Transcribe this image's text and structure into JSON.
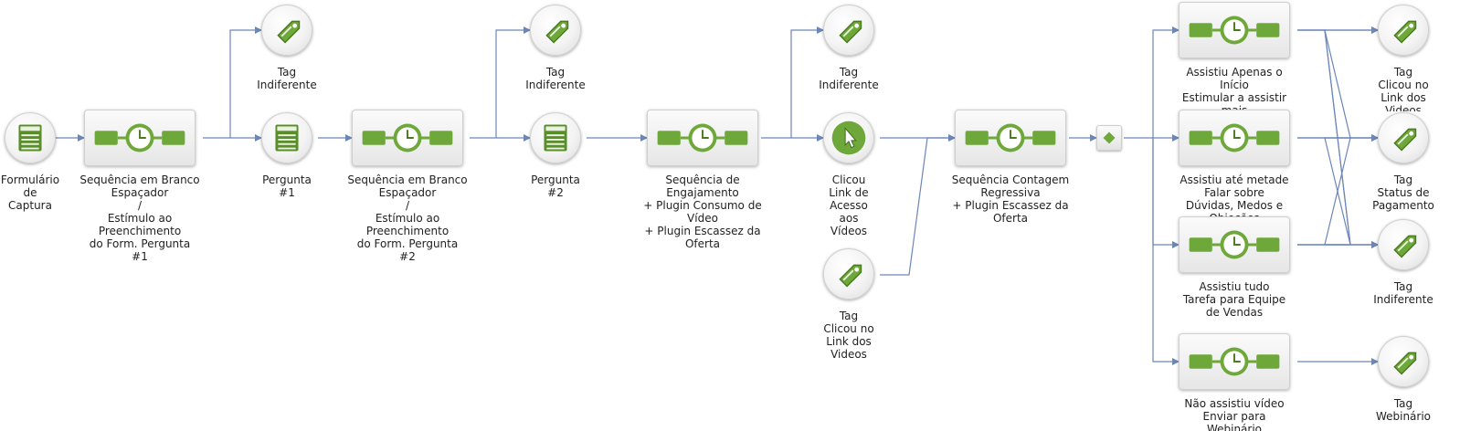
{
  "nodes": {
    "form_capture": "Formulário\nde\nCaptura",
    "seq1": "Sequência em Branco\nEspaçador\n/\nEstí­mulo ao\nPreenchimento\ndo Form. Pergunta\n#1",
    "tag_indif_1": "Tag\nIndiferente",
    "q1": "Pergunta\n#1",
    "seq2": "Sequência em Branco\nEspaçador\n/\nEstí­mulo ao\nPreenchimento\ndo Form. Pergunta\n#2",
    "tag_indif_2": "Tag\nIndiferente",
    "q2": "Pergunta\n#2",
    "seq_engage": "Sequência de\nEngajamento\n+ Plugin Consumo de\nVí­deo\n+ Plugin Escassez da\nOferta",
    "tag_indif_3": "Tag\nIndiferente",
    "clicked_link": "Clicou\nLink de\nAcesso\naos\nVídeos",
    "tag_clicked_video": "Tag\nClicou no\nLink dos\nVideos",
    "seq_countdown": "Sequência Contagem\nRegressiva\n+ Plugin Escassez da\nOferta",
    "watched_start": "Assistiu Apenas o\nIní­cio\nEstimular a assistir\nmais",
    "watched_half": "Assistiu até metade\nFalar sobre\nDúvidas, Medos e\nObjeções",
    "watched_all": "Assistiu tudo\nTarefa para Equipe\nde Vendas",
    "not_watched": "Não assistiu vídeo\nEnviar para\nWebinário",
    "tag_clicked_video_2": "Tag\nClicou no\nLink dos\nVideos",
    "tag_payment": "Tag\nStatus de\nPagamento",
    "tag_indif_4": "Tag\nIndiferente",
    "tag_webinar": "Tag\nWebinário"
  },
  "colors": {
    "connector": "#6b86b8",
    "green_dark": "#5a8e2a",
    "green_light": "#8fc24f"
  }
}
